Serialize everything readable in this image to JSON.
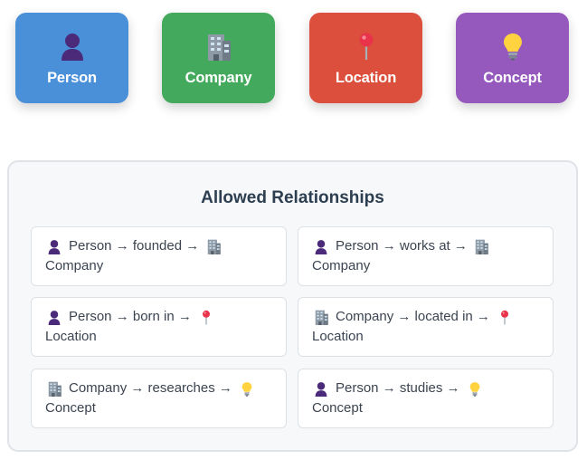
{
  "entities": [
    {
      "label": "Person",
      "icon": "person-icon",
      "color": "#4a90d9"
    },
    {
      "label": "Company",
      "icon": "building-icon",
      "color": "#43a95c"
    },
    {
      "label": "Location",
      "icon": "pushpin-icon",
      "color": "#dc4f3c"
    },
    {
      "label": "Concept",
      "icon": "lightbulb-icon",
      "color": "#9558bc"
    }
  ],
  "relationships": {
    "title": "Allowed Relationships",
    "items": [
      {
        "source": "Person",
        "verb": "founded",
        "target": "Company",
        "source_icon": "person-icon",
        "target_icon": "building-icon",
        "text_line1": "Person → founded →",
        "text_line2": "Company"
      },
      {
        "source": "Person",
        "verb": "works at",
        "target": "Company",
        "source_icon": "person-icon",
        "target_icon": "building-icon",
        "text_line1": "Person → works at →",
        "text_line2": "Company"
      },
      {
        "source": "Person",
        "verb": "born in",
        "target": "Location",
        "source_icon": "person-icon",
        "target_icon": "pushpin-icon",
        "text_line1": "Person → born in →",
        "text_line2": "Location"
      },
      {
        "source": "Company",
        "verb": "located in",
        "target": "Location",
        "source_icon": "building-icon",
        "target_icon": "pushpin-icon",
        "text_line1": "Company → located in →",
        "text_line2": "Location"
      },
      {
        "source": "Company",
        "verb": "researches",
        "target": "Concept",
        "source_icon": "building-icon",
        "target_icon": "lightbulb-icon",
        "text_line1": "Company → researches →",
        "text_line2": "Concept"
      },
      {
        "source": "Person",
        "verb": "studies",
        "target": "Concept",
        "source_icon": "person-icon",
        "target_icon": "lightbulb-icon",
        "text_line1": "Person → studies →",
        "text_line2": "Concept"
      }
    ]
  }
}
